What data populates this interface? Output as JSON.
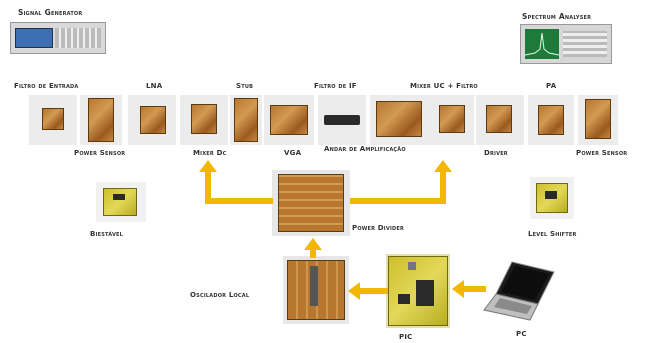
{
  "labels": {
    "signal_generator": "Signal Generator",
    "spectrum_analyser": "Spectrum Analyser",
    "filtro_entrada": "Filtro de Entrada",
    "lna": "LNA",
    "stub": "Stub",
    "filtro_if": "Filtro de IF",
    "mixer_uc": "Mixer UC + Filtro",
    "pa": "PA",
    "power_sensor_left": "Power Sensor",
    "mixer_dc": "Mixer Dc",
    "vga": "VGA",
    "andar": "Andar de Amplificação",
    "driver": "Driver",
    "power_sensor_right": "Power Sensor",
    "biestavel": "Biestável",
    "power_divider": "Power Divider",
    "level_shifter": "Level Shifter",
    "oscilador": "Oscilador Local",
    "pic": "PIC",
    "pc": "PC"
  },
  "colors": {
    "arrow": "#f2b800",
    "copper": "#b7772f",
    "pcb_green": "#cdbf2a",
    "instrument": "#dcdcdc"
  }
}
